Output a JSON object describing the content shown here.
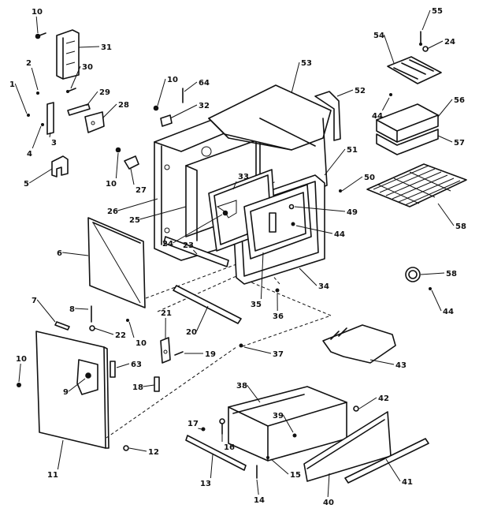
{
  "callouts": [
    {
      "id": "c10a",
      "text": "10"
    },
    {
      "id": "c31",
      "text": "31"
    },
    {
      "id": "c2",
      "text": "2"
    },
    {
      "id": "c30a",
      "text": "30"
    },
    {
      "id": "c1",
      "text": "1"
    },
    {
      "id": "c29",
      "text": "29"
    },
    {
      "id": "c28",
      "text": "28"
    },
    {
      "id": "c3",
      "text": "3"
    },
    {
      "id": "c4",
      "text": "4"
    },
    {
      "id": "c5",
      "text": "5"
    },
    {
      "id": "c10b",
      "text": "10"
    },
    {
      "id": "c64",
      "text": "64"
    },
    {
      "id": "c32",
      "text": "32"
    },
    {
      "id": "c53",
      "text": "53"
    },
    {
      "id": "c52",
      "text": "52"
    },
    {
      "id": "c55",
      "text": "55"
    },
    {
      "id": "c54",
      "text": "54"
    },
    {
      "id": "c24a",
      "text": "24"
    },
    {
      "id": "c56",
      "text": "56"
    },
    {
      "id": "c44a",
      "text": "44"
    },
    {
      "id": "c57",
      "text": "57"
    },
    {
      "id": "c10c",
      "text": "10"
    },
    {
      "id": "c27",
      "text": "27"
    },
    {
      "id": "c51",
      "text": "51"
    },
    {
      "id": "c33",
      "text": "33"
    },
    {
      "id": "c50",
      "text": "50"
    },
    {
      "id": "c26",
      "text": "26"
    },
    {
      "id": "c25",
      "text": "25"
    },
    {
      "id": "c49",
      "text": "49"
    },
    {
      "id": "c44b",
      "text": "44"
    },
    {
      "id": "c58a",
      "text": "58"
    },
    {
      "id": "c6",
      "text": "6"
    },
    {
      "id": "c24b",
      "text": "24"
    },
    {
      "id": "c23",
      "text": "23"
    },
    {
      "id": "c34",
      "text": "34"
    },
    {
      "id": "c58b",
      "text": "58"
    },
    {
      "id": "c44c",
      "text": "44"
    },
    {
      "id": "c35",
      "text": "35"
    },
    {
      "id": "c36",
      "text": "36"
    },
    {
      "id": "c7",
      "text": "7"
    },
    {
      "id": "c8",
      "text": "8"
    },
    {
      "id": "c22",
      "text": "22"
    },
    {
      "id": "c10d",
      "text": "10"
    },
    {
      "id": "c20",
      "text": "20"
    },
    {
      "id": "c21",
      "text": "21"
    },
    {
      "id": "c19",
      "text": "19"
    },
    {
      "id": "c37",
      "text": "37"
    },
    {
      "id": "c43",
      "text": "43"
    },
    {
      "id": "c10e",
      "text": "10"
    },
    {
      "id": "c63",
      "text": "63"
    },
    {
      "id": "c9",
      "text": "9"
    },
    {
      "id": "c18",
      "text": "18"
    },
    {
      "id": "c38",
      "text": "38"
    },
    {
      "id": "c42",
      "text": "42"
    },
    {
      "id": "c39",
      "text": "39"
    },
    {
      "id": "c17",
      "text": "17"
    },
    {
      "id": "c16",
      "text": "16"
    },
    {
      "id": "c12",
      "text": "12"
    },
    {
      "id": "c11",
      "text": "11"
    },
    {
      "id": "c15",
      "text": "15"
    },
    {
      "id": "c13",
      "text": "13"
    },
    {
      "id": "c14",
      "text": "14"
    },
    {
      "id": "c40",
      "text": "40"
    },
    {
      "id": "c41",
      "text": "41"
    }
  ]
}
